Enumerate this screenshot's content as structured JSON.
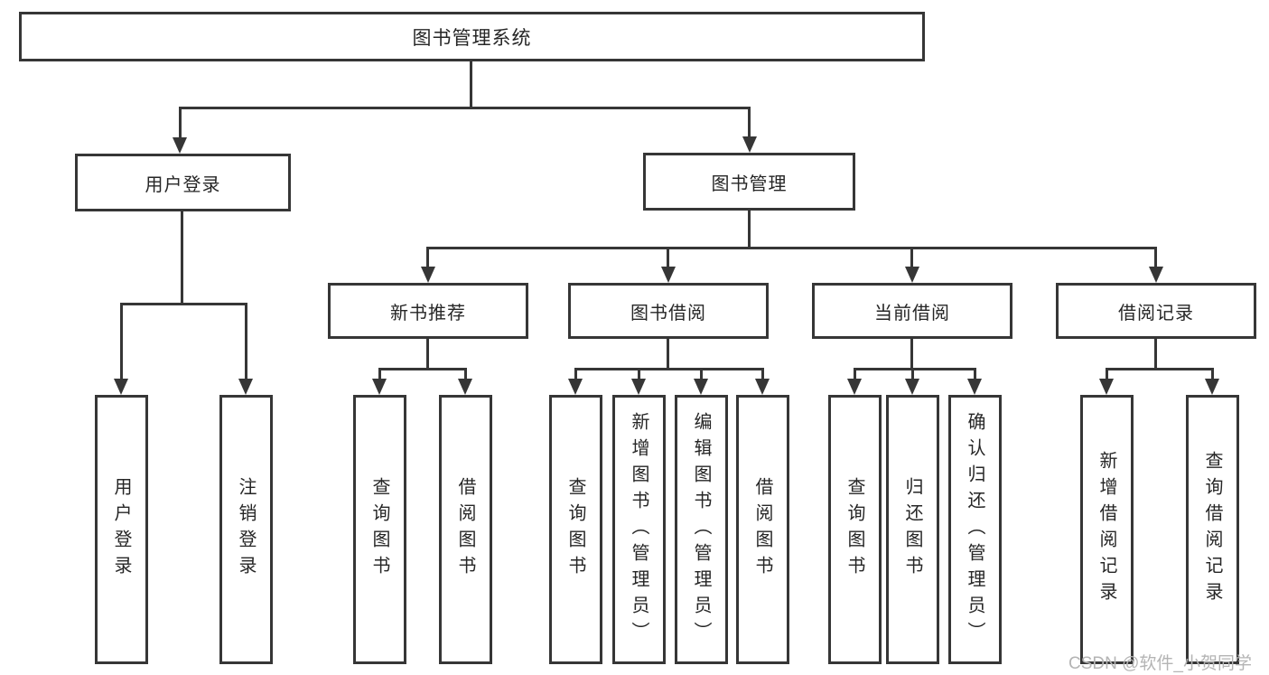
{
  "diagram": {
    "root": {
      "label": "图书管理系统"
    },
    "level2": [
      {
        "label": "用户登录"
      },
      {
        "label": "图书管理"
      }
    ],
    "level3": [
      {
        "label": "新书推荐"
      },
      {
        "label": "图书借阅"
      },
      {
        "label": "当前借阅"
      },
      {
        "label": "借阅记录"
      }
    ],
    "leaves": {
      "user_login": [
        {
          "label": "用户登录"
        },
        {
          "label": "注销登录"
        }
      ],
      "new_books": [
        {
          "label": "查询图书"
        },
        {
          "label": "借阅图书"
        }
      ],
      "book_borrowing": [
        {
          "label": "查询图书"
        },
        {
          "label": "新增图书（管理员）"
        },
        {
          "label": "编辑图书（管理员）"
        },
        {
          "label": "借阅图书"
        }
      ],
      "current_borrowing": [
        {
          "label": "查询图书"
        },
        {
          "label": "归还图书"
        },
        {
          "label": "确认归还（管理员）"
        }
      ],
      "borrowing_records": [
        {
          "label": "新增借阅记录"
        },
        {
          "label": "查询借阅记录"
        }
      ]
    },
    "watermark": "CSDN @软件_小贺同学",
    "colors": {
      "line": "#363636",
      "text": "#262626",
      "watermark": "#b4b4b4",
      "background": "#ffffff"
    }
  }
}
